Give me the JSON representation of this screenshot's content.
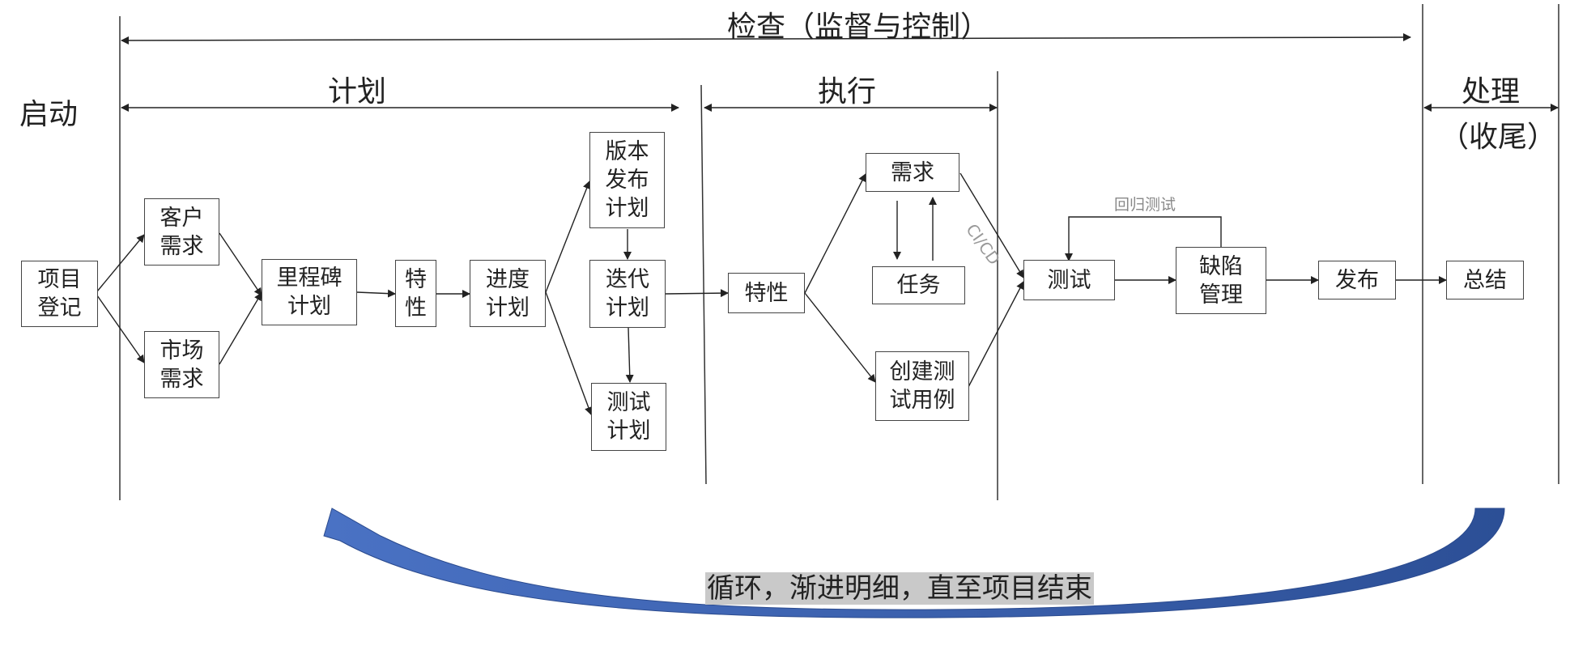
{
  "phases": {
    "check": "检查（监督与控制）",
    "start": "启动",
    "plan": "计划",
    "execute": "执行",
    "process": "处理",
    "process_sub": "（收尾）"
  },
  "nodes": {
    "project_register": "项目\n登记",
    "customer_req": "客户\n需求",
    "market_req": "市场\n需求",
    "milestone_plan": "里程碑\n计划",
    "feature_plan": "特\n性",
    "schedule_plan": "进度\n计划",
    "release_plan": "版本\n发布\n计划",
    "iteration_plan": "迭代\n计划",
    "test_plan": "测试\n计划",
    "feature": "特性",
    "requirement": "需求",
    "task": "任务",
    "create_testcase": "创建测\n试用例",
    "test": "测试",
    "defect_mgmt": "缺陷\n管理",
    "release": "发布",
    "summary": "总结"
  },
  "annotations": {
    "regression_test": "回归测试",
    "cicd": "CI/CD",
    "cycle": "循环，渐进明细，直至项目结束"
  },
  "colors": {
    "line": "#222222",
    "box_border": "#444444",
    "cycle_arrow": "#2f5597",
    "cycle_text_bg": "#c9c9c9"
  }
}
